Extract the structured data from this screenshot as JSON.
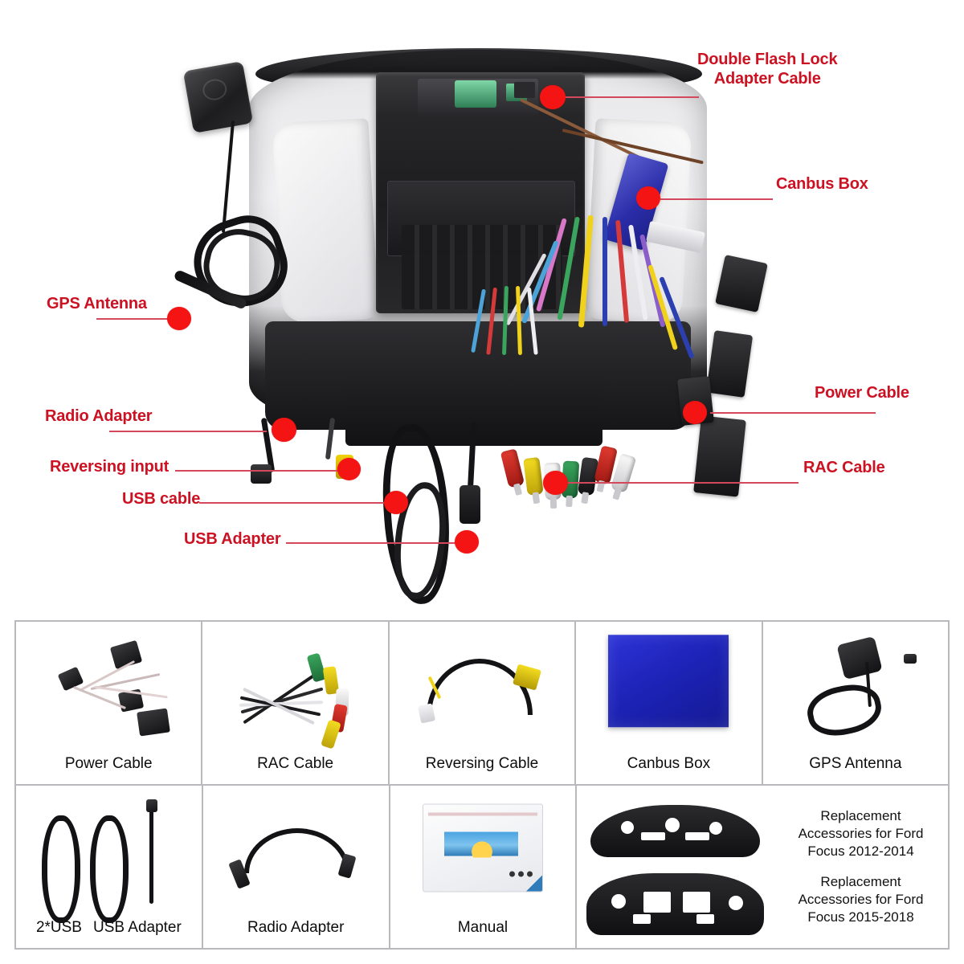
{
  "diagram": {
    "callouts": [
      {
        "id": "double-flash-lock",
        "line1": "Double Flash Lock",
        "line2": "Adapter Cable"
      },
      {
        "id": "canbus-box",
        "text": "Canbus Box"
      },
      {
        "id": "gps-antenna",
        "text": "GPS Antenna"
      },
      {
        "id": "radio-adapter",
        "text": "Radio Adapter"
      },
      {
        "id": "reversing-input",
        "text": "Reversing input"
      },
      {
        "id": "usb-cable",
        "text": "USB cable"
      },
      {
        "id": "usb-adapter",
        "text": "USB Adapter"
      },
      {
        "id": "power-cable",
        "text": "Power Cable"
      },
      {
        "id": "rac-cable",
        "text": "RAC Cable"
      }
    ],
    "marker_color": "#f41414",
    "label_color": "#cc1122",
    "leader_color": "#d4485c"
  },
  "parts_table": {
    "row1": [
      {
        "id": "power-cable",
        "caption": "Power Cable"
      },
      {
        "id": "rac-cable",
        "caption": "RAC Cable"
      },
      {
        "id": "reversing-cable",
        "caption": "Reversing Cable"
      },
      {
        "id": "canbus-box",
        "caption": "Canbus Box"
      },
      {
        "id": "gps-antenna",
        "caption": "GPS Antenna"
      }
    ],
    "row2": [
      {
        "id": "usb-items",
        "caption_a": "2*USB",
        "caption_b": "USB Adapter"
      },
      {
        "id": "radio-adapter",
        "caption": "Radio Adapter"
      },
      {
        "id": "manual",
        "caption": "Manual"
      },
      {
        "id": "replacement-panels",
        "text_a_line1": "Replacement",
        "text_a_line2": "Accessories for Ford",
        "text_a_line3": "Focus 2012-2014",
        "text_b_line1": "Replacement",
        "text_b_line2": "Accessories for Ford",
        "text_b_line3": "Focus 2015-2018"
      }
    ]
  }
}
